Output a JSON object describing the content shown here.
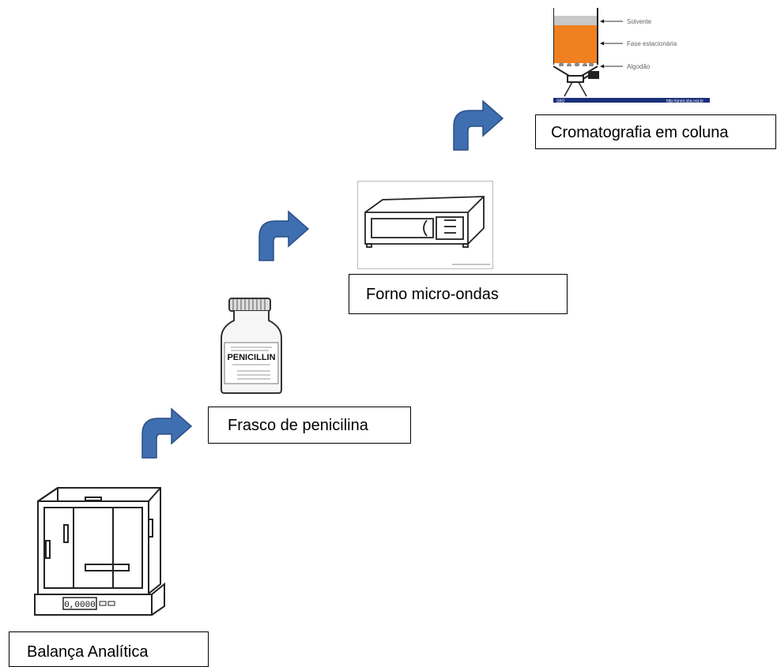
{
  "steps": [
    {
      "label": "Balança Analítica"
    },
    {
      "label": "Frasco de penicilina"
    },
    {
      "label": "Forno micro-ondas"
    },
    {
      "label": "Cromatografia em coluna"
    }
  ],
  "balance_display": "0,0000",
  "vial_label": "PENICILLIN",
  "column_labels": {
    "solvent": "Solvente",
    "stationary": "Fase estacionária",
    "cotton": "Algodão",
    "footer_left": "SBQ",
    "footer_right": "http://qnint.sbq.org.br"
  },
  "colors": {
    "arrow": "#3f6fb0",
    "arrow_dark": "#2a4f85",
    "stationary_phase": "#f08020",
    "solvent": "#c8c8c8",
    "footer_bar": "#1a2f7a"
  }
}
